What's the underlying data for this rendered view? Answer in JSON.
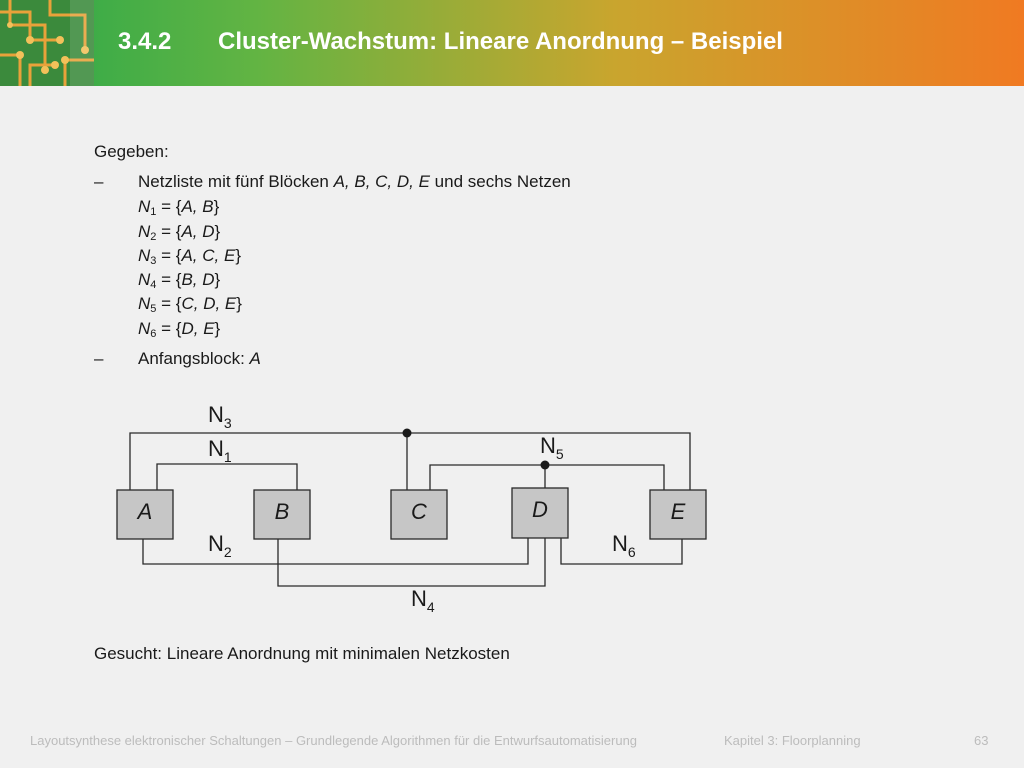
{
  "header": {
    "number": "3.4.2",
    "title": "Cluster-Wachstum: Lineare Anordnung – Beispiel"
  },
  "content": {
    "given_label": "Gegeben:",
    "dash": "–",
    "netlist_text_pre": "Netzliste mit fünf Blöcken ",
    "netlist_blocks": "A, B, C, D, E",
    "netlist_text_post": " und sechs Netzen",
    "nets": [
      {
        "name": "N",
        "sub": "1",
        "members": "A, B"
      },
      {
        "name": "N",
        "sub": "2",
        "members": "A, D"
      },
      {
        "name": "N",
        "sub": "3",
        "members": "A, C, E"
      },
      {
        "name": "N",
        "sub": "4",
        "members": "B, D"
      },
      {
        "name": "N",
        "sub": "5",
        "members": "C, D, E"
      },
      {
        "name": "N",
        "sub": "6",
        "members": "D, E"
      }
    ],
    "start_label": "Anfangsblock: ",
    "start_block": "A",
    "sought": "Gesucht: Lineare Anordnung mit minimalen Netzkosten"
  },
  "diagram": {
    "blocks": [
      "A",
      "B",
      "C",
      "D",
      "E"
    ],
    "net_labels": [
      {
        "name": "N",
        "sub": "3"
      },
      {
        "name": "N",
        "sub": "1"
      },
      {
        "name": "N",
        "sub": "5"
      },
      {
        "name": "N",
        "sub": "2"
      },
      {
        "name": "N",
        "sub": "6"
      },
      {
        "name": "N",
        "sub": "4"
      }
    ]
  },
  "footer": {
    "course": "Layoutsynthese elektronischer Schaltungen – Grundlegende Algorithmen für die Entwurfsautomatisierung",
    "chapter": "Kapitel 3: Floorplanning",
    "page": "63"
  },
  "colors": {
    "header_start": "#2aa84a",
    "header_end": "#f07a22",
    "block_fill": "#c6c6c6",
    "wire": "#2a2a2a"
  }
}
